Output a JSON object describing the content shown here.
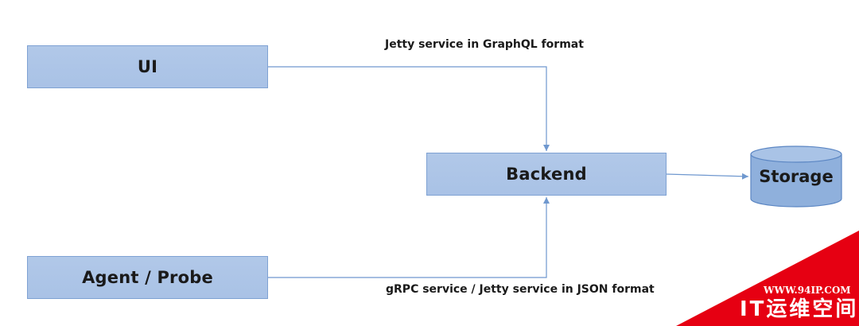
{
  "diagram": {
    "nodes": {
      "ui": "UI",
      "backend": "Backend",
      "agent": "Agent / Probe",
      "storage": "Storage"
    },
    "edges": {
      "ui_to_backend": "Jetty service in GraphQL format",
      "agent_to_backend": "gRPC service / Jetty service in JSON format"
    },
    "colors": {
      "box_fill": "#adc5e7",
      "box_border": "#7fa2d3",
      "connector": "#6f98cf",
      "cylinder_fill": "#8fb0dc",
      "cylinder_top": "#a9c3e6",
      "watermark_red": "#e60012"
    }
  },
  "watermark": {
    "url": "WWW.94IP.COM",
    "brand": "IT运维空间"
  }
}
